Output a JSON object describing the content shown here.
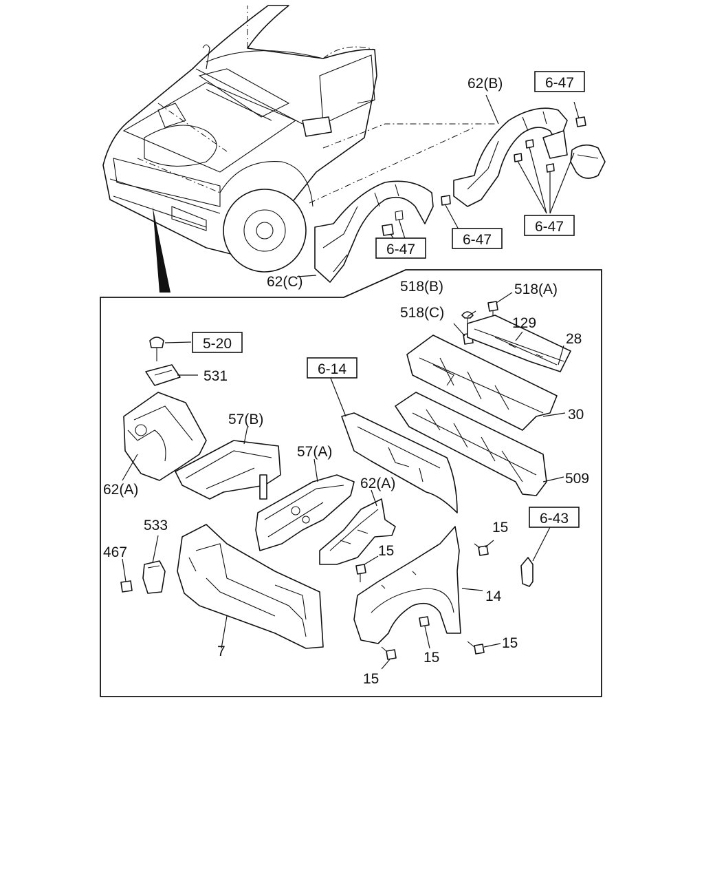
{
  "labels": {
    "c62C": "62(C)",
    "c62B": "62(B)",
    "p518B": "518(B)",
    "p518A": "518(A)",
    "p518C": "518(C)",
    "p129": "129",
    "p28": "28",
    "p531": "531",
    "p57B": "57(B)",
    "p30": "30",
    "p57A": "57(A)",
    "p62A_left": "62(A)",
    "p62A_mid": "62(A)",
    "p509": "509",
    "p533": "533",
    "p467": "467",
    "p15_a": "15",
    "p15_b": "15",
    "p14": "14",
    "p15_c": "15",
    "p15_d": "15",
    "p15_e": "15",
    "p7": "7"
  },
  "references": {
    "r647_top": "6-47",
    "r647_mid": "6-47",
    "r647_right": "6-47",
    "r647_low": "6-47",
    "r520": "5-20",
    "r614": "6-14",
    "r643": "6-43"
  }
}
